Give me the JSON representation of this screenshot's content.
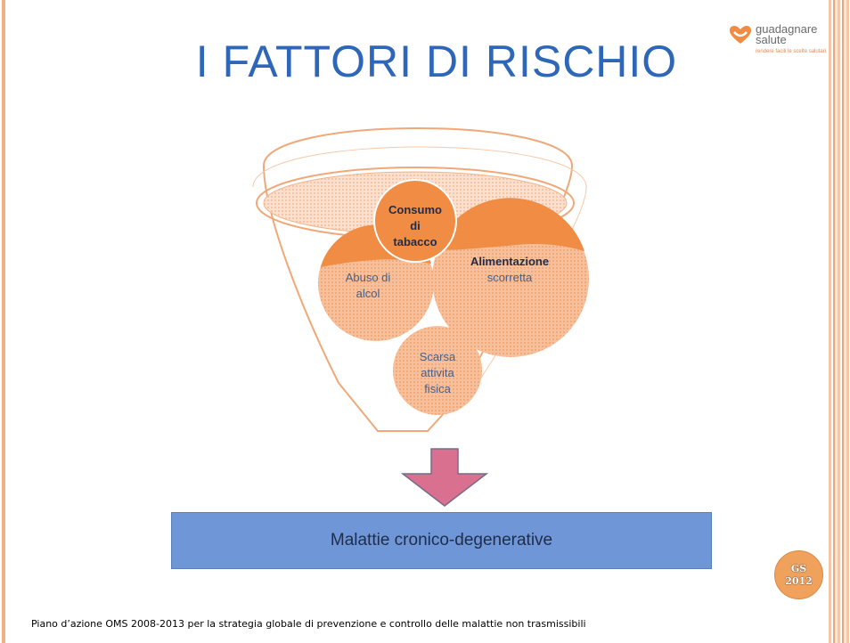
{
  "title": "I FATTORI DI RISCHIO",
  "logo": {
    "name": "guadagnare",
    "name2": "salute",
    "tagline": "rendere facili le scelte salutari",
    "icon": "heart-smile-icon"
  },
  "risk_factors": [
    {
      "line1": "Consumo",
      "line2": "di",
      "line3": "tabacco"
    },
    {
      "line1": "Abuso di",
      "line2": "alcol"
    },
    {
      "line1": "Alimentazione",
      "line2": "scorretta"
    },
    {
      "line1": "Scarsa",
      "line2": "attivita",
      "line3": "fisica"
    }
  ],
  "arrow": {
    "icon": "down-arrow-icon",
    "color": "#d9708f"
  },
  "outcome": "Malattie cronico-degenerative",
  "badge": {
    "line1": "GS",
    "line2": "2012"
  },
  "footnote": "Piano d’azione OMS 2008-2013 per la strategia globale di prevenzione e controllo delle malattie non trasmissibili",
  "colors": {
    "title": "#2e66b8",
    "orange": "#f08c43",
    "light_orange": "#f6bf9a",
    "bar": "#6f96d6"
  }
}
